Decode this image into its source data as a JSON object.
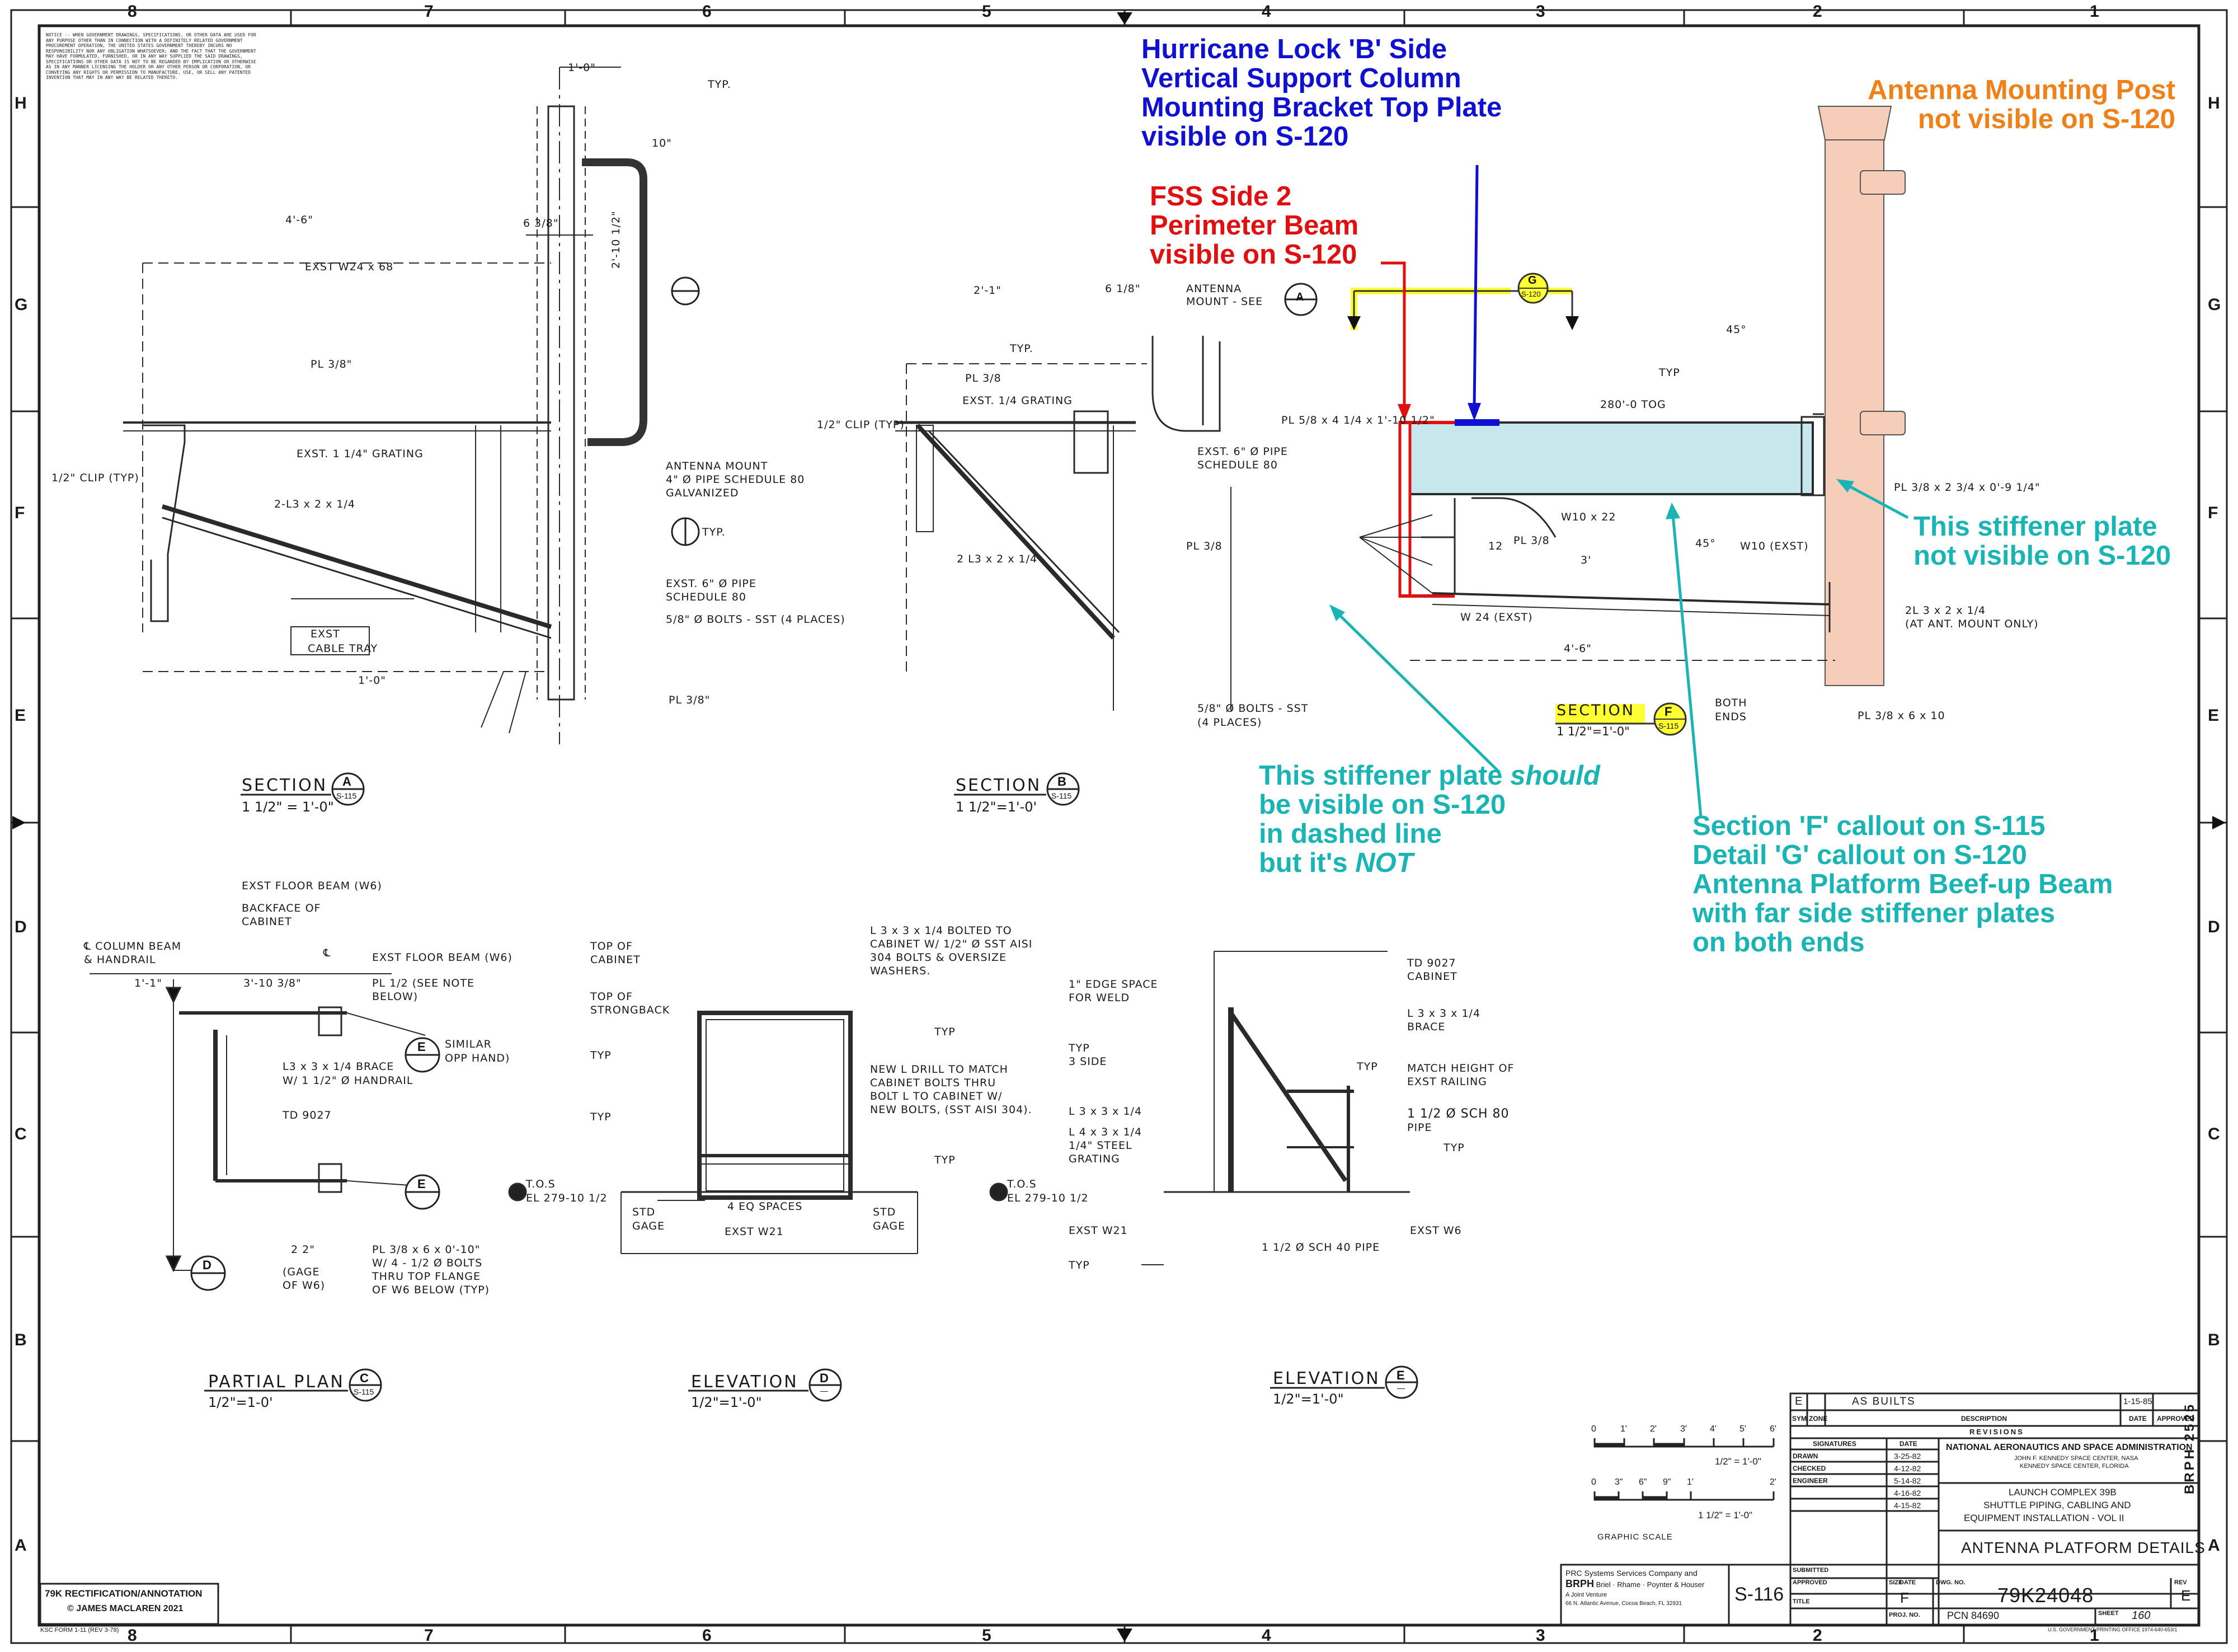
{
  "border": {
    "columns": [
      "8",
      "7",
      "6",
      "5",
      "4",
      "3",
      "2",
      "1"
    ],
    "rows": [
      "H",
      "G",
      "F",
      "E",
      "D",
      "C",
      "B",
      "A"
    ]
  },
  "notice_text": "NOTICE -- WHEN GOVERNMENT DRAWINGS, SPECIFICATIONS, OR OTHER DATA ARE USED FOR ANY PURPOSE OTHER THAN IN CONNECTION WITH A DEFINITELY RELATED GOVERNMENT PROCUREMENT OPERATION, THE UNITED STATES GOVERNMENT THEREBY INCURS NO RESPONSIBILITY NOR ANY OBLIGATION WHATSOEVER; AND THE FACT THAT THE GOVERNMENT MAY HAVE FORMULATED, FURNISHED, OR IN ANY WAY SUPPLIED THE SAID DRAWINGS, SPECIFICATIONS OR OTHER DATA IS NOT TO BE REGARDED BY IMPLICATION OR OTHERWISE AS IN ANY MANNER LICENSING THE HOLDER OR ANY OTHER PERSON OR CORPORATION, OR CONVEYING ANY RIGHTS OR PERMISSION TO MANUFACTURE, USE, OR SELL ANY PATENTED INVENTION THAT MAY IN ANY WAY BE RELATED THERETO.",
  "annotations": {
    "hurricane_lock": [
      "Hurricane Lock 'B' Side",
      "Vertical Support Column",
      "Mounting Bracket Top Plate",
      "visible on S-120"
    ],
    "fss_side2": [
      "FSS Side 2",
      "Perimeter Beam",
      "visible on S-120"
    ],
    "antenna_post": [
      "Antenna Mounting Post",
      "not visible on S-120"
    ],
    "stiffener_right": [
      "This stiffener plate",
      "not visible on S-120"
    ],
    "stiffener_should_1": "This stiffener plate ",
    "stiffener_should_em": "should",
    "stiffener_should_2": "be visible on S-120",
    "stiffener_should_3": "in dashed line",
    "stiffener_should_4": "but it's ",
    "stiffener_should_not": "NOT",
    "section_f_callout": [
      "Section 'F' callout on S-115",
      "Detail 'G' callout on S-120",
      "Antenna Platform Beef-up Beam",
      "with far side stiffener plates",
      "on both ends"
    ]
  },
  "colors": {
    "blue": "#1010d0",
    "red": "#e01010",
    "orange": "#f08018",
    "teal": "#1ab4b4",
    "beam_fill": "#c6e8ec",
    "post_fill": "#f6cdb8",
    "highlight_yellow": "#ffff33"
  },
  "sections": {
    "a": {
      "title": "SECTION",
      "letter": "A",
      "sheet": "S-115",
      "scale": "1 1/2\" = 1'-0\""
    },
    "b": {
      "title": "SECTION",
      "letter": "B",
      "sheet": "S-115",
      "scale": "1 1/2\"=1'-0'"
    },
    "c": {
      "title": "PARTIAL PLAN",
      "letter": "C",
      "sheet": "S-115",
      "scale": "1/2\"=1-0'"
    },
    "d": {
      "title": "ELEVATION",
      "letter": "D",
      "sheet": "—",
      "scale": "1/2\"=1'-0\""
    },
    "e": {
      "title": "ELEVATION",
      "letter": "E",
      "sheet": "—",
      "scale": "1/2\"=1'-0\""
    },
    "f": {
      "title": "SECTION",
      "letter": "F",
      "sheet": "S-115",
      "scale": "1 1/2\"=1'-0\""
    },
    "g": {
      "letter": "G",
      "sheet": "S-120"
    }
  },
  "labels": {
    "a": [
      "EXST W24 x 68",
      "PL 3/8\"",
      "EXST. 1 1/4\" GRATING",
      "1/2\" CLIP (TYP)",
      "2-L3 x 2 x 1/4",
      "ANTENNA MOUNT",
      "4\" Ø PIPE SCHEDULE 80",
      "GALVANIZED",
      "EXST. 6\" Ø PIPE",
      "SCHEDULE 80",
      "5/8\" Ø BOLTS - SST (4 PLACES)",
      "EXST",
      "CABLE TRAY",
      "PL 3/8\"",
      "TYP.",
      "4'-6\"",
      "1'-0\"",
      "2'-10 1/2\"",
      "10\"",
      "6 3/8\"",
      "1'-0\""
    ],
    "b": [
      "ANTENNA",
      "MOUNT - SEE",
      "TYP.",
      "PL 3/8",
      "EXST. 1/4 GRATING",
      "1/2\" CLIP (TYP)",
      "EXST. 6\" Ø PIPE",
      "SCHEDULE 80",
      "2 L3 x 2 x 1/4",
      "PL 3/8",
      "5/8\" Ø BOLTS - SST",
      "(4 PLACES)",
      "2'-1\"",
      "6 1/8\""
    ],
    "f": [
      "PL 5/8 x 4 1/4 x 1'-10 1/2\"",
      "280'-0 TOG",
      "TYP",
      "45°",
      "PL 3/8 x 2 3/4 x 0'-9 1/4\"",
      "W10 x 22",
      "W10 (EXST)",
      "45°",
      "PL 3/8",
      "3'",
      "W 24 (EXST)",
      "4'-6\"",
      "2L 3 x 2 x 1/4",
      "(AT ANT. MOUNT ONLY)",
      "BOTH",
      "ENDS",
      "PL 3/8 x 6 x 10",
      "12"
    ],
    "c": [
      "EXST FLOOR BEAM (W6)",
      "BACKFACE OF",
      "CABINET",
      "℄ COLUMN BEAM",
      "& HANDRAIL",
      "℄",
      "EXST FLOOR BEAM (W6)",
      "PL 1/2 (SEE NOTE",
      "BELOW)",
      "1'-1\"",
      "3'-10 3/8\"",
      "L3 x 3 x 1/4 BRACE",
      "W/ 1 1/2\" Ø HANDRAIL",
      "TD 9027",
      "SIMILAR",
      "OPP HAND)",
      "PL 3/8 x 6 x 0'-10\"",
      "W/ 4 - 1/2 Ø BOLTS",
      "THRU TOP FLANGE",
      "OF W6 BELOW (TYP)",
      "2 2\"",
      "(GAGE",
      "OF W6)"
    ],
    "d": [
      "TOP OF",
      "CABINET",
      "TOP OF",
      "STRONGBACK",
      "TYP",
      "TYP",
      "L 3 x 3 x 1/4 BOLTED TO",
      "CABINET W/ 1/2\" Ø SST AISI",
      "304 BOLTS & OVERSIZE",
      "WASHERS.",
      "TYP",
      "NEW L DRILL TO MATCH",
      "CABINET BOLTS THRU",
      "BOLT L TO CABINET W/",
      "NEW BOLTS, (SST AISI 304).",
      "TYP",
      "T.O.S",
      "EL 279-10 1/2",
      "STD",
      "GAGE",
      "4 EQ SPACES",
      "STD",
      "GAGE",
      "EXST W21"
    ],
    "e": [
      "TD 9027",
      "CABINET",
      "1\" EDGE SPACE",
      "FOR WELD",
      "L 3 x 3 x 1/4",
      "BRACE",
      "TYP",
      "3 SIDE",
      "TYP",
      "MATCH HEIGHT OF",
      "EXST RAILING",
      "L 3 x 3 x 1/4",
      "L 4 x 3 x 1/4",
      "1/4\" STEEL",
      "GRATING",
      "1 1/2 Ø SCH 80",
      "PIPE",
      "TYP",
      "T.O.S",
      "EL 279-10 1/2",
      "EXST W21",
      "EXST W6",
      "TYP",
      "1 1/2 Ø SCH 40 PIPE"
    ]
  },
  "graphic_scale": {
    "top_ticks": [
      "0",
      "1'",
      "2'",
      "3'",
      "4'",
      "5'",
      "6'"
    ],
    "top_label": "1/2\" = 1'-0\"",
    "bottom_ticks": [
      "0",
      "3\"",
      "6\"",
      "9\"",
      "1'",
      "2'"
    ],
    "bottom_label": "1 1/2\" = 1'-0\"",
    "caption": "GRAPHIC SCALE"
  },
  "title_block": {
    "revision_letter": "E",
    "revision_desc": "AS BUILTS",
    "revision_date": "1-15-85",
    "rev_headers": [
      "SYM.",
      "ZONE",
      "DESCRIPTION",
      "DATE",
      "APPROVED"
    ],
    "revisions_label": "REVISIONS",
    "signatures_header": "SIGNATURES",
    "date_header": "DATE",
    "sig_rows": [
      {
        "role": "DRAWN",
        "date": "3-25-82"
      },
      {
        "role": "CHECKED",
        "date": "4-12-82"
      },
      {
        "role": "ENGINEER",
        "date": "5-14-82"
      },
      {
        "role": "",
        "date": "4-16-82"
      },
      {
        "role": "",
        "date": "4-15-82"
      }
    ],
    "agency": "NATIONAL AERONAUTICS AND SPACE ADMINISTRATION",
    "center": "JOHN F. KENNEDY SPACE CENTER, NASA",
    "location": "KENNEDY SPACE CENTER, FLORIDA",
    "project_1": "LAUNCH COMPLEX 39B",
    "project_2": "SHUTTLE PIPING, CABLING AND",
    "project_3": "EQUIPMENT INSTALLATION - VOL II",
    "drawing_title": "ANTENNA PLATFORM DETAILS",
    "submitted_label": "SUBMITTED",
    "approved_label": "APPROVED",
    "title_label": "TITLE",
    "size_label": "SIZE",
    "size_value": "F",
    "dwg_no_label": "DWG. NO.",
    "dwg_no": "79K24048",
    "rev_label": "REV",
    "rev_value": "E",
    "proj_no_label": "PROJ. NO.",
    "proj_no": "PCN 84690",
    "sheet_label": "SHEET",
    "sheet_no": "160",
    "sheet_ref": "S-116",
    "contractor_1": "PRC Systems Services Company and",
    "contractor_2_a": "BRPH",
    "contractor_2_b": "Briel · Rhame · Poynter & Houser",
    "contractor_3": "A Joint Venture",
    "contractor_4": "66 N. Atlantic Avenue, Cocoa Beach, FL 32931",
    "brph_vertical": "BRPH 2525",
    "gov_print": "U.S. GOVERNMENT PRINTING OFFICE 1974-640-653/1"
  },
  "credit": {
    "line1": "79K RECTIFICATION/ANNOTATION",
    "line2": "© JAMES MACLAREN 2021"
  },
  "form_no": "KSC FORM 1-11 (REV 3-78)"
}
